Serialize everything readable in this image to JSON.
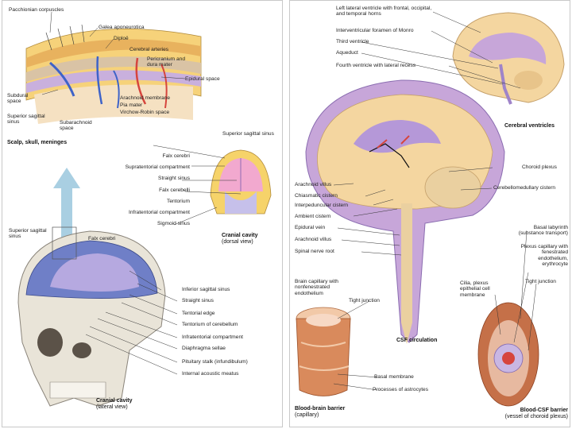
{
  "left_page": {
    "scalp_panel": {
      "caption": "Scalp, skull, meninges",
      "labels": {
        "pacchionian": "Pacchionian corpuscles",
        "galea": "Galea aponeurotica",
        "diploe": "Diploë",
        "cerebral_arteries": "Cerebral arteries",
        "pericranium": "Pericranium and dura mater",
        "epidural": "Epidural space",
        "subdural": "Subdural space",
        "arachnoid": "Arachnoid membrane",
        "pia": "Pia mater",
        "virchow": "Virchow-Robin space",
        "superior_sinus": "Superior sagittal sinus",
        "subarachnoid": "Subarachnoid space"
      }
    },
    "coronal_panel": {
      "caption": "Cranial cavity",
      "subcaption": "(dorsal view)",
      "labels": {
        "superior_sinus": "Superior sagittal sinus",
        "falx_cerebri": "Falx cerebri",
        "supratentorial": "Supratentorial compartment",
        "straight_sinus": "Straight sinus",
        "falx_cerebelli": "Falx cerebelli",
        "tentorium": "Tentorium",
        "infratentorial": "Infratentorial compartment",
        "sigmoid": "Sigmoid sinus"
      }
    },
    "skull_panel": {
      "caption": "Cranial cavity",
      "subcaption": "(lateral view)",
      "labels": {
        "superior_sinus": "Superior sagittal sinus",
        "falx_cerebri": "Falx cerebri",
        "inferior_sinus": "Inferior sagittal sinus",
        "straight_sinus": "Straight sinus",
        "tentorial_edge": "Tentorial edge",
        "tentorium_cerebellum": "Tentorium of cerebellum",
        "infratentorial": "Infratentorial compartment",
        "diaphragma": "Diaphragma sellae",
        "pituitary": "Pituitary stalk (infundibulum)",
        "acoustic": "Internal acoustic meatus"
      }
    }
  },
  "right_page": {
    "ventricles_panel": {
      "caption": "Cerebral ventricles",
      "labels": {
        "lateral": "Left lateral ventricle with frontal, occipital, and temporal horns",
        "monro": "Interventricular foramen of Monro",
        "third": "Third ventricle",
        "aqueduct": "Aqueduct",
        "fourth": "Fourth ventricle with lateral recess"
      }
    },
    "csf_panel": {
      "caption": "CSF circulation",
      "labels": {
        "choroid": "Choroid plexus",
        "cerebellomedullary": "Cerebellomedullary cistern",
        "arachnoid_villus": "Arachnoid villus",
        "chiasmatic": "Chiasmatic cistern",
        "interpeduncular": "Interpeduncular cistern",
        "ambient": "Ambient cistern",
        "epidural_vein": "Epidural vein",
        "arachnoid_villus2": "Arachnoid villus",
        "spinal_root": "Spinal nerve root"
      }
    },
    "bbb_panel": {
      "caption": "Blood-brain barrier",
      "subcaption": "(capillary)",
      "labels": {
        "brain_capillary": "Brain capillary with nonfenestrated endothelium",
        "tight_junction": "Tight junction",
        "basal_membrane": "Basal membrane",
        "astrocytes": "Processes of astrocytes"
      }
    },
    "bcsf_panel": {
      "caption": "Blood-CSF barrier",
      "subcaption": "(vessel of choroid plexus)",
      "labels": {
        "basal_labyrinth": "Basal labyrinth (substance transport)",
        "plexus_capillary": "Plexus capillary with fenestrated endothelium, erythrocyte",
        "choroid_epithelial": "Cilia, plexus epithelial cell membrane",
        "tight_junction": "Tight junction"
      }
    }
  },
  "colors": {
    "bone": "#f2c98a",
    "brain": "#f4d6a0",
    "dura": "#c7a6d9",
    "sinus_blue": "#5b7fd6",
    "artery_red": "#d6453d",
    "arrow_blue": "#a9cfe2",
    "skull": "#e9e4d8",
    "pink": "#f2a9cf"
  }
}
